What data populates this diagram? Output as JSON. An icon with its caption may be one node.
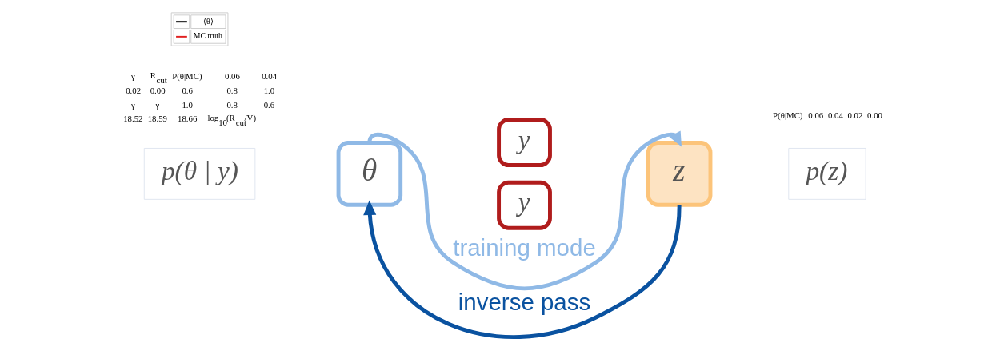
{
  "diagram": {
    "nodes": [
      {
        "text": [
          "p(θ | y)"
        ]
      },
      {
        "text": [
          "θ"
        ]
      },
      {
        "text": [
          "y"
        ]
      },
      {
        "text": [
          "y"
        ]
      },
      {
        "text": [
          "z"
        ]
      },
      {
        "text": [
          "p(z)"
        ]
      }
    ],
    "edges": [
      {
        "from": 1,
        "to": 4,
        "arrow": "to",
        "label": "training mode",
        "color": "#8fb9e6"
      },
      {
        "from": 4,
        "to": 1,
        "arrow": "to",
        "label": "inverse pass",
        "color": "#0a52a0"
      }
    ],
    "labels": [
      "γ",
      "R$_{cut}$",
      "P(θ|MC)",
      "0.06",
      "0.04",
      "0.02",
      "0.00",
      "0.6",
      "0.8",
      "1.0",
      "γ",
      "γ",
      "1.0",
      "0.8",
      "0.6",
      "18.52",
      "18.59",
      "18.66",
      "log$_{10}$(R$_{cut}$/V)",
      "P(θ|MC)",
      "0.06",
      "0.04",
      "0.02",
      "0.00"
    ],
    "legend": [
      {
        "text": "⟨θ⟩"
      },
      {
        "text": "MC truth"
      }
    ]
  }
}
